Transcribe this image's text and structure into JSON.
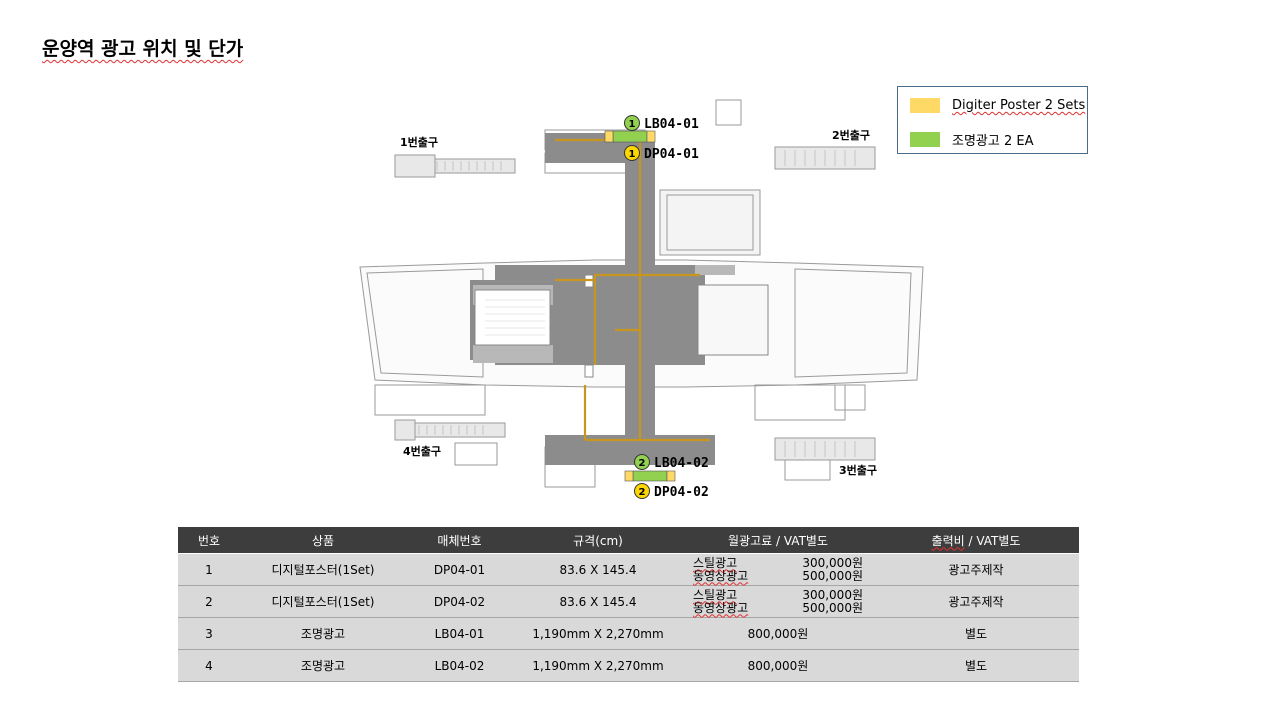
{
  "title": "운양역 광고 위치 및 단가",
  "legend": [
    {
      "label": "Digiter Poster 2 Sets",
      "color": "#ffd966"
    },
    {
      "label": "조명광고 2 EA",
      "color": "#92d050"
    }
  ],
  "map": {
    "exits": [
      "1번출구",
      "2번출구",
      "3번출구",
      "4번출구"
    ],
    "pins": [
      {
        "number": "1",
        "code": "LB04-01",
        "color": "#92d050"
      },
      {
        "number": "1",
        "code": "DP04-01",
        "color": "#ffd700"
      },
      {
        "number": "2",
        "code": "LB04-02",
        "color": "#92d050"
      },
      {
        "number": "2",
        "code": "DP04-02",
        "color": "#ffd700"
      }
    ],
    "colors": {
      "route": "#c8961e",
      "floor": "#8c8c8c",
      "outline": "#9a9a9a"
    }
  },
  "table": {
    "headers": [
      "번호",
      "상품",
      "매체번호",
      "규격(cm)",
      "월광고료 / VAT별도",
      "출력비 / VAT별도"
    ],
    "header_output_main": "출력비",
    "header_output_rest": " / VAT별도",
    "rows": [
      {
        "no": "1",
        "product": "디지털포스터(1Set)",
        "media": "DP04-01",
        "size": "83.6 X 145.4",
        "fees": [
          {
            "type": "스틸광고",
            "price": "300,000원"
          },
          {
            "type": "동영상광고",
            "price": "500,000원"
          }
        ],
        "output": "광고주제작"
      },
      {
        "no": "2",
        "product": "디지털포스터(1Set)",
        "media": "DP04-02",
        "size": "83.6 X 145.4",
        "fees": [
          {
            "type": "스틸광고",
            "price": "300,000원"
          },
          {
            "type": "동영상광고",
            "price": "500,000원"
          }
        ],
        "output": "광고주제작"
      },
      {
        "no": "3",
        "product": "조명광고",
        "media": "LB04-01",
        "size": "1,190mm X 2,270mm",
        "fee": "800,000원",
        "output": "별도"
      },
      {
        "no": "4",
        "product": "조명광고",
        "media": "LB04-02",
        "size": "1,190mm X 2,270mm",
        "fee": "800,000원",
        "output": "별도"
      }
    ]
  }
}
